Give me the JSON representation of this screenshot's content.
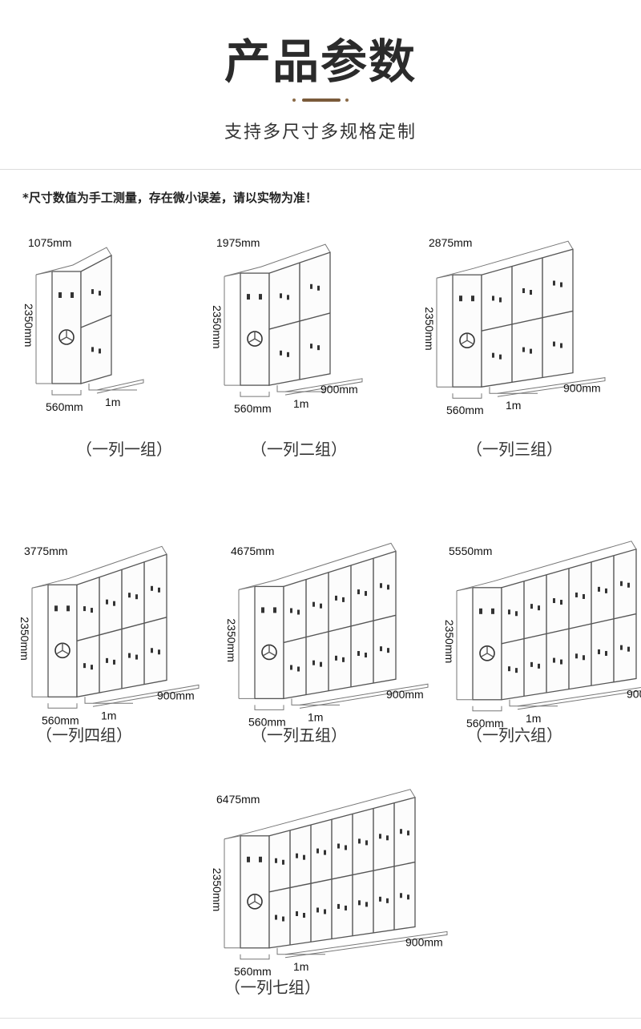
{
  "header": {
    "title": "产品参数",
    "subtitle": "支持多尺寸多规格定制"
  },
  "note": "*尺寸数值为手工测量，存在微小误差，请以实物为准！",
  "common": {
    "height": "2350mm",
    "depth": "560mm",
    "track": "1m",
    "extension": "900mm"
  },
  "configs": [
    {
      "width": "1075mm",
      "groups": 1,
      "caption": "（一列一组）"
    },
    {
      "width": "1975mm",
      "groups": 2,
      "caption": "（一列二组）"
    },
    {
      "width": "2875mm",
      "groups": 3,
      "caption": "（一列三组）"
    },
    {
      "width": "3775mm",
      "groups": 4,
      "caption": "（一列四组）"
    },
    {
      "width": "4675mm",
      "groups": 5,
      "caption": "（一列五组）"
    },
    {
      "width": "5550mm",
      "groups": 6,
      "caption": "（一列六组）"
    },
    {
      "width": "6475mm",
      "groups": 7,
      "caption": "（一列七组）"
    }
  ],
  "colors": {
    "accent": "#7a5a3a",
    "text": "#333333",
    "line": "#555555"
  }
}
